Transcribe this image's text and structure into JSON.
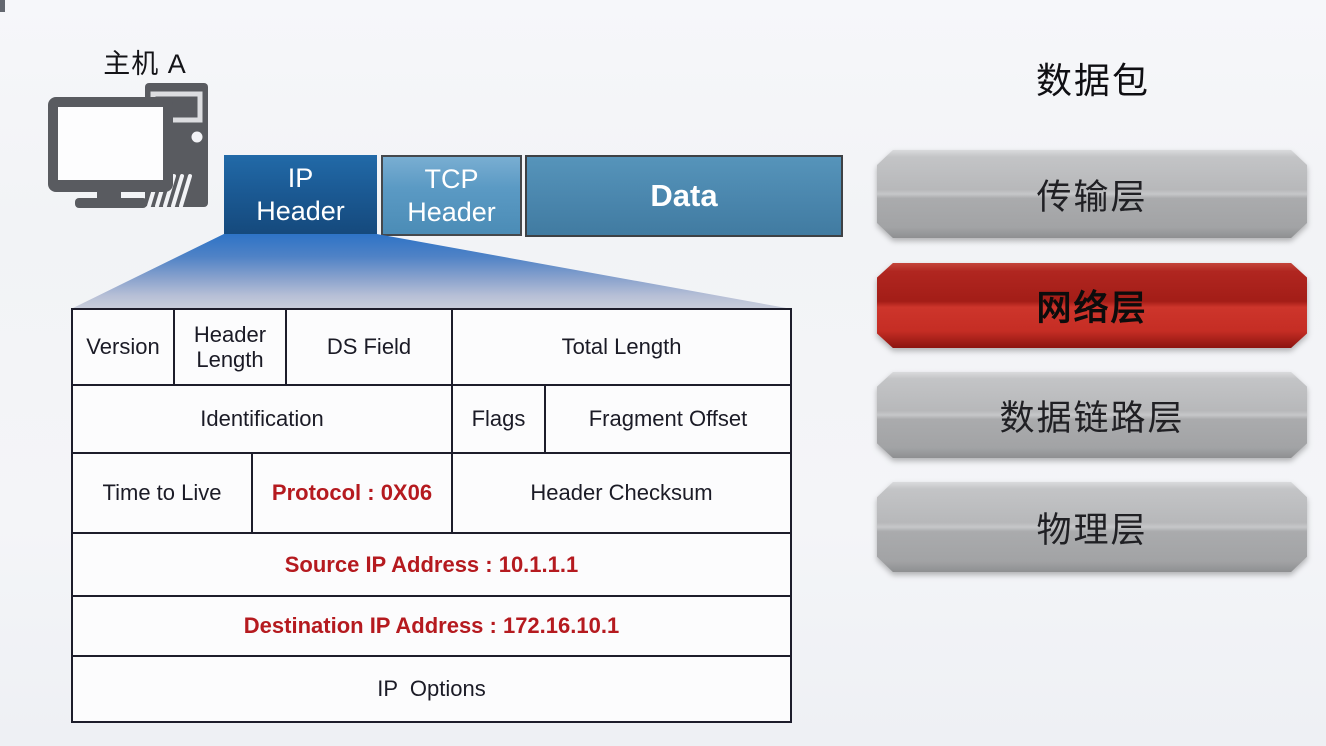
{
  "host": {
    "label": "主机 A"
  },
  "packet": {
    "segments": [
      {
        "name": "ip-header",
        "label": "IP\nHeader"
      },
      {
        "name": "tcp-header",
        "label": "TCP\nHeader"
      },
      {
        "name": "data",
        "label": "Data"
      }
    ]
  },
  "ip_table": {
    "rows": [
      {
        "cells": [
          {
            "label": "Version"
          },
          {
            "label": "Header Length"
          },
          {
            "label": "DS Field"
          },
          {
            "label": "Total Length"
          }
        ]
      },
      {
        "cells": [
          {
            "label": "Identification"
          },
          {
            "label": "Flags"
          },
          {
            "label": "Fragment Offset"
          }
        ]
      },
      {
        "cells": [
          {
            "label": "Time to Live"
          },
          {
            "label": "Protocol : 0X06",
            "highlight": true
          },
          {
            "label": "Header Checksum"
          }
        ]
      },
      {
        "cells": [
          {
            "label": "Source IP Address : 10.1.1.1",
            "highlight": true
          }
        ]
      },
      {
        "cells": [
          {
            "label": "Destination IP Address : 172.16.10.1",
            "highlight": true
          }
        ]
      },
      {
        "cells": [
          {
            "label": "IP  Options"
          }
        ]
      }
    ]
  },
  "right_panel": {
    "title": "数据包",
    "layers": [
      {
        "label": "传输层",
        "state": "default"
      },
      {
        "label": "网络层",
        "state": "highlighted"
      },
      {
        "label": "数据链路层",
        "state": "default"
      },
      {
        "label": "物理层",
        "state": "default"
      }
    ]
  },
  "colors": {
    "ip_header_blue": "#1b5a94",
    "tcp_header_blue": "#5b9ac4",
    "data_blue": "#4a86ad",
    "funnel_blue_top": "#2e73c6",
    "funnel_blue_bottom": "#c9cedb",
    "highlight_text_red": "#b51a1f",
    "layer_highlight_red": "#b02620",
    "layer_gray": "#b7b8ba",
    "table_line": "#1d1d2b"
  }
}
